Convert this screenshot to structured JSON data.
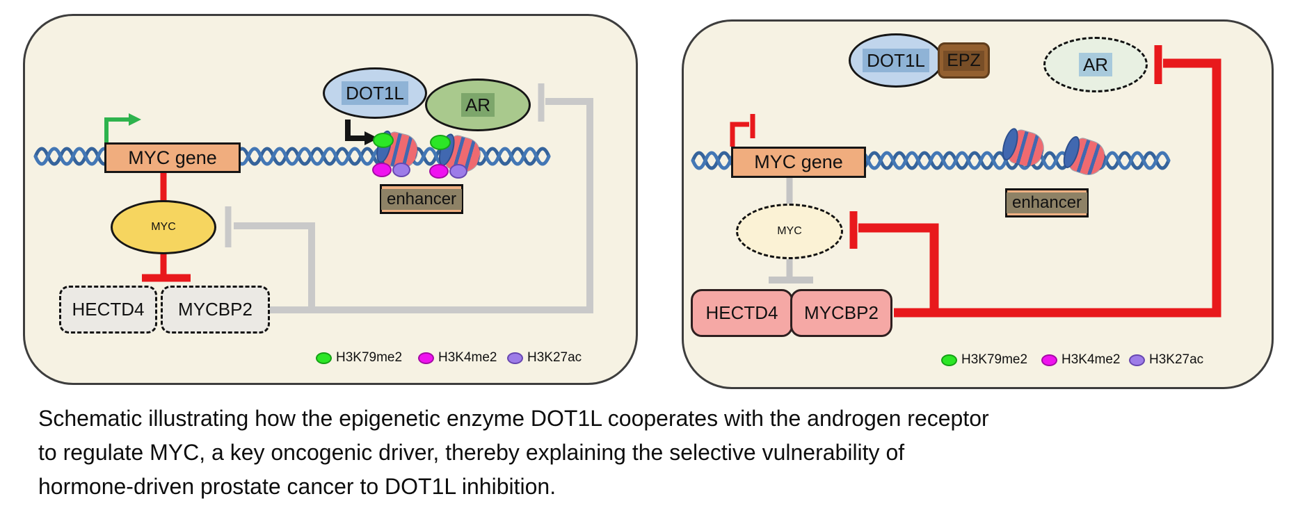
{
  "figure": {
    "type": "pathway-schematic",
    "panels": 2
  },
  "colors": {
    "panel_bg": "#f6f2e3",
    "panel_border": "#3d3d3d",
    "active_red": "#e8191c",
    "inactive_gray": "#c9c9c9",
    "transcription_green": "#2eb34d",
    "dna_blue": "#39689f",
    "gene_box": "#f0ad7e",
    "enhancer_chip": "#8e8266",
    "dot1l_fill": "#c0d5ec",
    "ar_fill_active": "#a9c98d",
    "ar_fill_inactive": "#e8f0e2",
    "myc_fill_active": "#f6d55f",
    "myc_fill_inactive": "#fbf2d5",
    "ligase_box_inactive": "#ebe9e4",
    "ligase_box_active": "#f5a8a5",
    "epz_fill": "#936030",
    "nucleosome_blue": "#4168b0",
    "nucleosome_red": "#ef6a70",
    "h3k79me2": "#2ce626",
    "h3k4me2": "#ef13ef",
    "h3k27ac": "#9d7ce8"
  },
  "legend": [
    {
      "label": "H3K79me2",
      "color": "#2ce626"
    },
    {
      "label": "H3K4me2",
      "color": "#ef13ef"
    },
    {
      "label": "H3K27ac",
      "color": "#9d7ce8"
    }
  ],
  "left_panel": {
    "dot1l_label": "DOT1L",
    "ar_label": "AR",
    "gene_label": "MYC gene",
    "enhancer_label": "enhancer",
    "myc_label": "MYC",
    "hectd4_label": "HECTD4",
    "mycbp2_label": "MYCBP2"
  },
  "right_panel": {
    "dot1l_label": "DOT1L",
    "epz_label": "EPZ",
    "ar_label": "AR",
    "gene_label": "MYC gene",
    "enhancer_label": "enhancer",
    "myc_label": "MYC",
    "hectd4_label": "HECTD4",
    "mycbp2_label": "MYCBP2"
  },
  "caption": {
    "line1": "Schematic illustrating how the epigenetic enzyme DOT1L cooperates with the androgen receptor",
    "line2": "to regulate MYC, a key oncogenic driver, thereby explaining the selective vulnerability of",
    "line3": "hormone-driven prostate cancer to DOT1L inhibition."
  }
}
